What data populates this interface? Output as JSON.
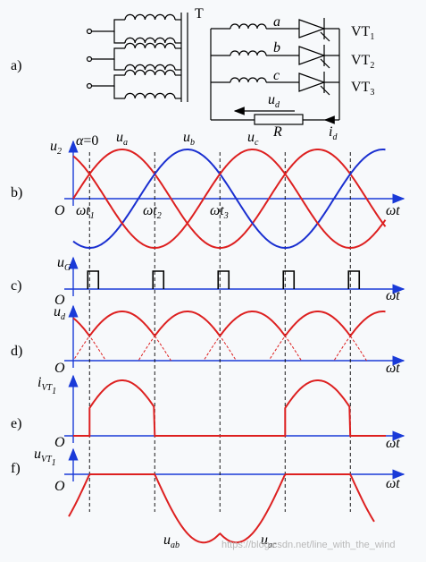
{
  "panel_labels": [
    "a)",
    "b)",
    "c)",
    "d)",
    "e)",
    "f)"
  ],
  "circuit": {
    "transformer_label": "T",
    "phase_labels": [
      "a",
      "b",
      "c"
    ],
    "thyristor_base": "VT",
    "thyristor_subs": [
      "1",
      "2",
      "3"
    ],
    "load_label": "R",
    "ud_label": "u",
    "ud_sub": "d",
    "id_label": "i",
    "id_sub": "d"
  },
  "axes": {
    "origin": "O",
    "omega_t": "ωt",
    "u2": {
      "base": "u",
      "sub": "2"
    },
    "uG": {
      "base": "u",
      "sub": "G"
    },
    "ud": {
      "base": "u",
      "sub": "d"
    },
    "ivt": {
      "base": "i",
      "sub": "VT",
      "subsub": "1"
    },
    "uvt": {
      "base": "u",
      "sub": "VT",
      "subsub": "1"
    }
  },
  "alpha": {
    "symbol": "α",
    "text": "=0"
  },
  "phases": [
    {
      "base": "u",
      "sub": "a"
    },
    {
      "base": "u",
      "sub": "b"
    },
    {
      "base": "u",
      "sub": "c"
    }
  ],
  "time_marks": [
    {
      "base": "ωt",
      "sub": "1"
    },
    {
      "base": "ωt",
      "sub": "2"
    },
    {
      "base": "ωt",
      "sub": "3"
    }
  ],
  "line_labels": [
    {
      "base": "u",
      "sub": "ab"
    },
    {
      "base": "u",
      "sub": "ac"
    }
  ],
  "colors": {
    "phase_a": "#dd2020",
    "phase_b": "#1a2fd0",
    "phase_c": "#dd2020",
    "axis": "#1a3ad8",
    "ink": "#000000"
  },
  "watermark": "https://blog.csdn.net/line_with_the_wind"
}
